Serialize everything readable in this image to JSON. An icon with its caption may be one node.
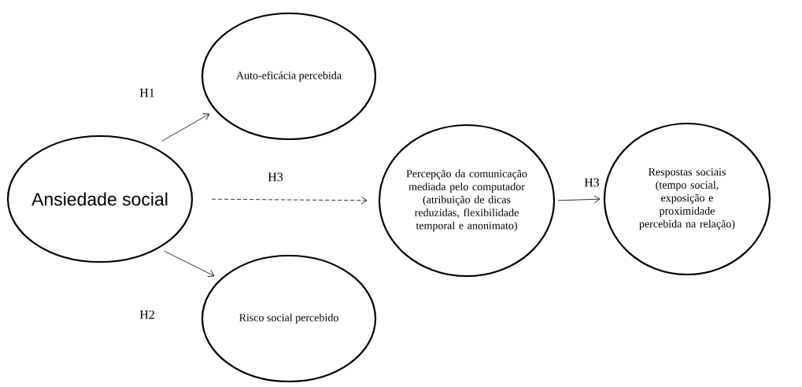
{
  "diagram": {
    "nodes": [
      {
        "text": [
          "Ansiedade social"
        ]
      },
      {
        "text": [
          "Auto-eficácia percebida"
        ]
      },
      {
        "text": [
          "Risco social percebido"
        ]
      },
      {
        "text": [
          "Percepção da comunicação mediada pelo computador (atribuição de dicas reduzidas, flexibilidade temporal e anonimato)"
        ]
      },
      {
        "text": [
          "Respostas sociais (tempo social, exposição e proximidade percebida na relação)"
        ]
      }
    ],
    "edges": [
      {
        "from": 0,
        "to": 1,
        "arrow": "to",
        "label": "H1"
      },
      {
        "from": 0,
        "to": 2,
        "arrow": "to",
        "label": "H2"
      },
      {
        "from": 0,
        "to": 3,
        "arrow": "to",
        "label": "H3",
        "style": "dashed"
      },
      {
        "from": 3,
        "to": 4,
        "arrow": "to",
        "label": "H3"
      }
    ]
  }
}
